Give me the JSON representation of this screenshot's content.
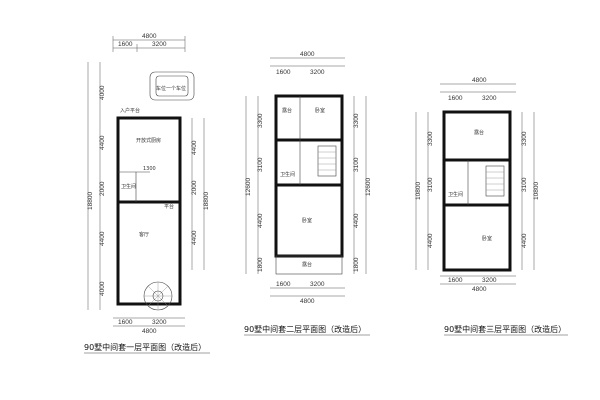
{
  "plans": [
    {
      "caption": "90墅中间套一层平面图（改造后）",
      "top_dims": [
        "4800",
        "1600",
        "3200"
      ],
      "bottom_dims": [
        "1600",
        "3200",
        "4800"
      ],
      "left_dims": [
        "4000",
        "4400",
        "2000",
        "4400",
        "4000"
      ],
      "left_total": "18800",
      "right_dims": [
        "4400",
        "2000",
        "4400"
      ],
      "right_total": "18800",
      "rooms": [
        "入户平台",
        "开放式厨房",
        "卫生间",
        "客厅",
        "车位一个车位",
        "1300",
        "平台"
      ]
    },
    {
      "caption": "90墅中间套二层平面图（改造后）",
      "top_dims": [
        "4800",
        "1600",
        "3200"
      ],
      "bottom_dims": [
        "1600",
        "3200",
        "4800"
      ],
      "left_dims": [
        "3300",
        "3100",
        "4400",
        "1800"
      ],
      "left_total": "12600",
      "right_dims": [
        "3300",
        "3100",
        "4400",
        "1800"
      ],
      "right_total": "12600",
      "rooms": [
        "露台",
        "卧室",
        "卫生间",
        "卧室",
        "露台"
      ]
    },
    {
      "caption": "90墅中间套三层平面图（改造后）",
      "top_dims": [
        "4800",
        "1600",
        "3200"
      ],
      "bottom_dims": [
        "1600",
        "3200",
        "4800"
      ],
      "left_dims": [
        "3300",
        "3100",
        "4400"
      ],
      "left_total": "10800",
      "right_dims": [
        "3300",
        "3100",
        "4400"
      ],
      "right_total": "10800",
      "rooms": [
        "露台",
        "卫生间",
        "卧室"
      ]
    }
  ]
}
